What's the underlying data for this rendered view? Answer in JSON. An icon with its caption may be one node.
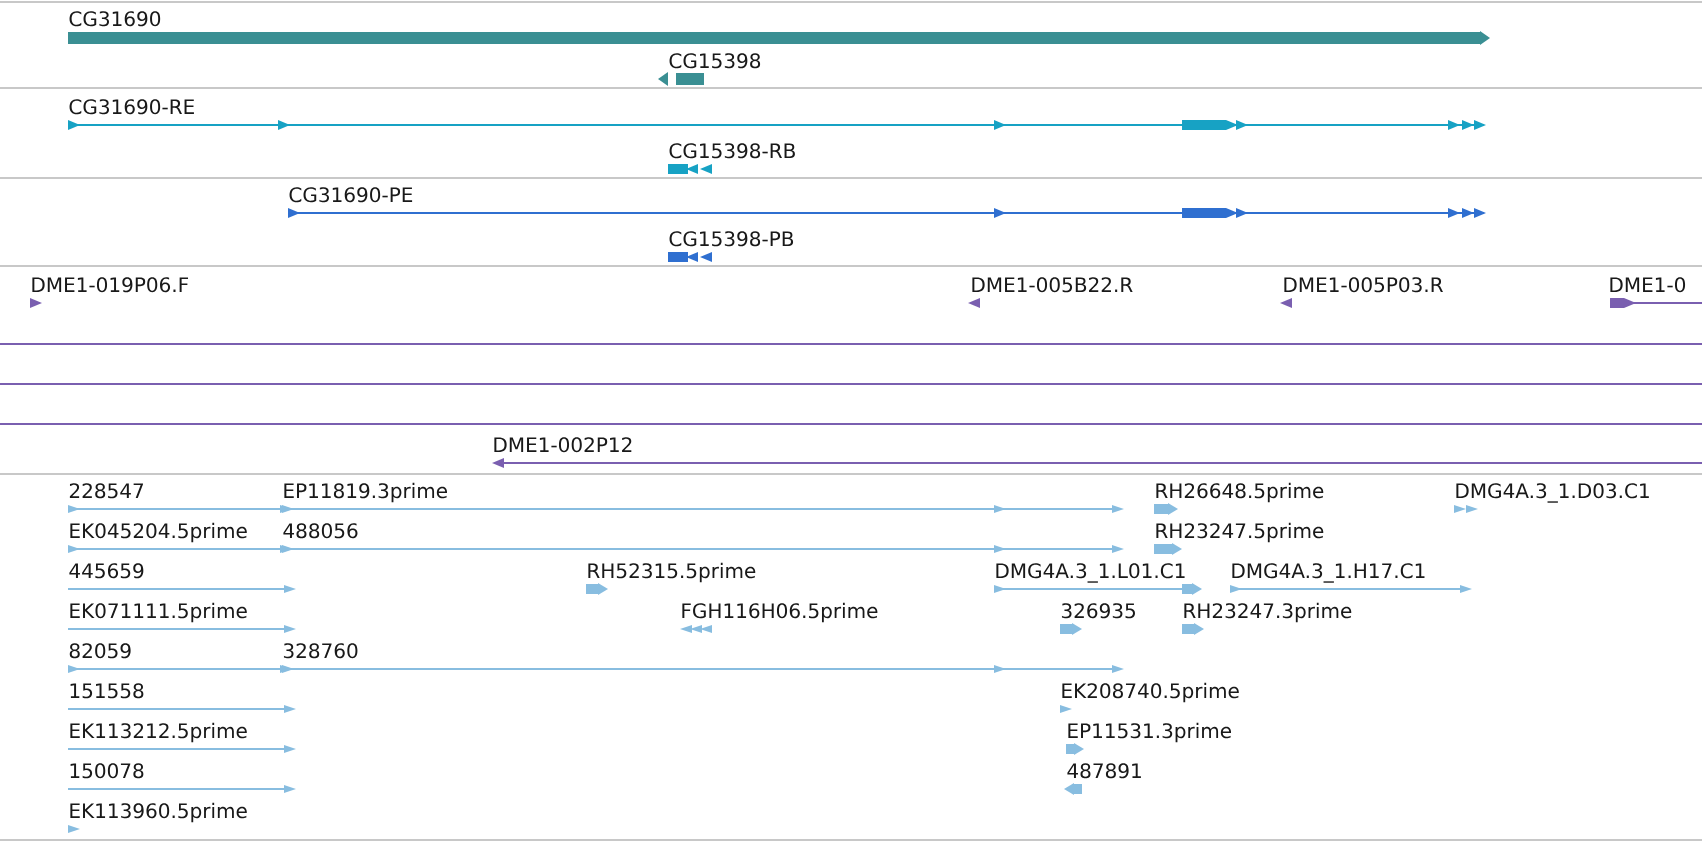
{
  "diagram": {
    "labels": [
      "CG31690",
      "CG15398",
      "CG31690-RE",
      "CG15398-RB",
      "CG31690-PE",
      "CG15398-PB",
      "DME1-019P06.F",
      "DME1-005B22.R",
      "DME1-005P03.R",
      "DME1-0",
      "DME1-002P12",
      "228547",
      "EP11819.3prime",
      "RH26648.5prime",
      "DMG4A.3_1.D03.C1",
      "EK045204.5prime",
      "488056",
      "RH23247.5prime",
      "445659",
      "RH52315.5prime",
      "DMG4A.3_1.L01.C1",
      "DMG4A.3_1.H17.C1",
      "EK071111.5prime",
      "FGH116H06.5prime",
      "326935",
      "RH23247.3prime",
      "82059",
      "328760",
      "151558",
      "EK208740.5prime",
      "EK113212.5prime",
      "EP11531.3prime",
      "150078",
      "487891",
      "EK113960.5prime"
    ]
  }
}
